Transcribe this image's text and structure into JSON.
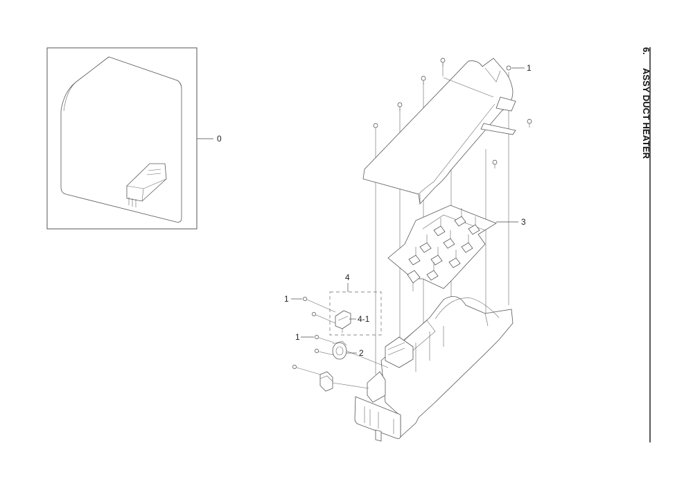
{
  "section": {
    "number": "6.",
    "title": "ASSY DUCT HEATER"
  },
  "callouts": {
    "c0": "0",
    "c1a": "1",
    "c1b": "1",
    "c1c": "1",
    "c2": "2",
    "c3": "3",
    "c4": "4",
    "c41": "4-1"
  }
}
